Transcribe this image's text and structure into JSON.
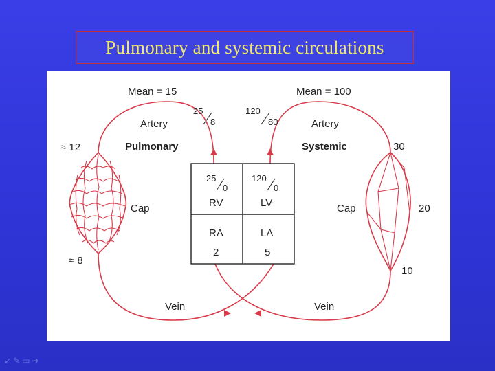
{
  "title": "Pulmonary and systemic circulations",
  "left_loop": {
    "mean": "Mean = 15",
    "artery": "Artery",
    "name": "Pulmonary",
    "cap_label": "Cap",
    "pressure_in": "≈ 12",
    "pressure_out": "≈ 8",
    "vein": "Vein",
    "artery_pressure_sys": "25",
    "artery_pressure_dia": "8"
  },
  "right_loop": {
    "mean": "Mean = 100",
    "artery": "Artery",
    "name": "Systemic",
    "cap_label": "Cap",
    "pressure_top": "30",
    "pressure_mid": "20",
    "pressure_bottom": "10",
    "vein": "Vein",
    "artery_pressure_sys": "120",
    "artery_pressure_dia": "80"
  },
  "heart": {
    "rv": {
      "label": "RV",
      "sys": "25",
      "dia": "0"
    },
    "lv": {
      "label": "LV",
      "sys": "120",
      "dia": "0"
    },
    "ra": {
      "label": "RA",
      "value": "2"
    },
    "la": {
      "label": "LA",
      "value": "5"
    }
  },
  "colors": {
    "vessel": "#d93b4a",
    "title": "#f2e86a",
    "background": "#3a3ee6"
  }
}
